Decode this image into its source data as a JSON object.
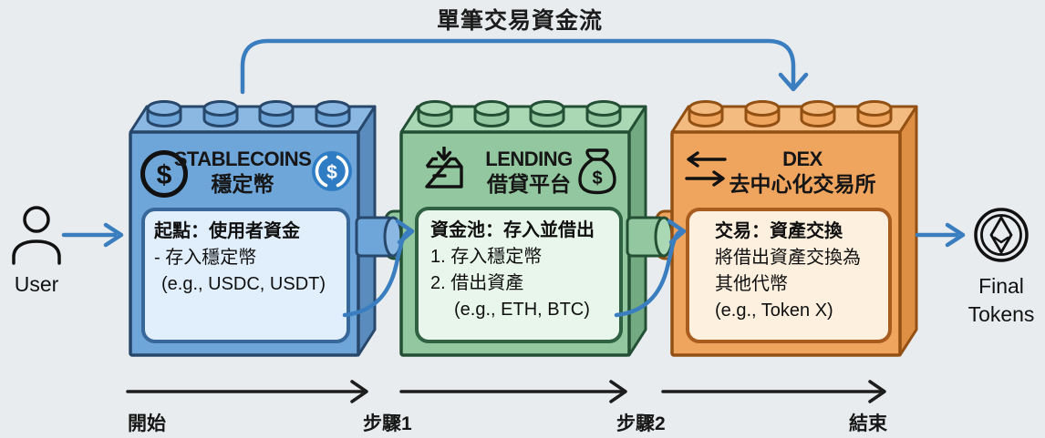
{
  "title": "單筆交易資金流",
  "user": {
    "label": "User"
  },
  "final_tokens": {
    "label": "Final Tokens"
  },
  "blocks": [
    {
      "name": "stablecoins",
      "title": "STABLECOINS",
      "subtitle": "穩定幣",
      "icons": [
        "dollar-coin",
        "usdc-coin"
      ],
      "panel": {
        "heading": "起點：使用者資金",
        "lines": [
          "- 存入穩定幣",
          "(e.g., USDC, USDT)"
        ]
      },
      "colors": {
        "front": "#6ea6d9",
        "top": "#8ab8e3",
        "side": "#5b8cbe",
        "outline": "#27476b",
        "panel_fill": "#e1eefb",
        "panel_border": "#38689a"
      }
    },
    {
      "name": "lending",
      "title": "LENDING",
      "subtitle": "借貸平台",
      "icons": [
        "deposit-box",
        "money-bag"
      ],
      "panel": {
        "heading": "資金池：存入並借出",
        "lines": [
          "1. 存入穩定幣",
          "2. 借出資產",
          "(e.g., ETH, BTC)"
        ]
      },
      "colors": {
        "front": "#93c79f",
        "top": "#abd8b4",
        "side": "#74aa82",
        "outline": "#234f35",
        "panel_fill": "#e9f6eb",
        "panel_border": "#2f6242"
      }
    },
    {
      "name": "dex",
      "title": "DEX",
      "subtitle": "去中心化交易所",
      "icons": [
        "swap-arrows"
      ],
      "panel": {
        "heading": "交易：資產交換",
        "lines": [
          "將借出資產交換為",
          "其他代幣",
          "(e.g., Token X)"
        ]
      },
      "colors": {
        "front": "#f0a55f",
        "top": "#f4bb80",
        "side": "#de8f44",
        "outline": "#925013",
        "panel_fill": "#fdf0df",
        "panel_border": "#a85c1e"
      }
    }
  ],
  "timeline": {
    "labels": [
      "開始",
      "步驟1",
      "步驟2",
      "結束"
    ]
  },
  "accents": {
    "flow_arrow": "#3b7ec0",
    "timeline_arrow": "#1d1d1d",
    "usdc_blue": "#2e7cc3",
    "background": "#e8ecee"
  }
}
